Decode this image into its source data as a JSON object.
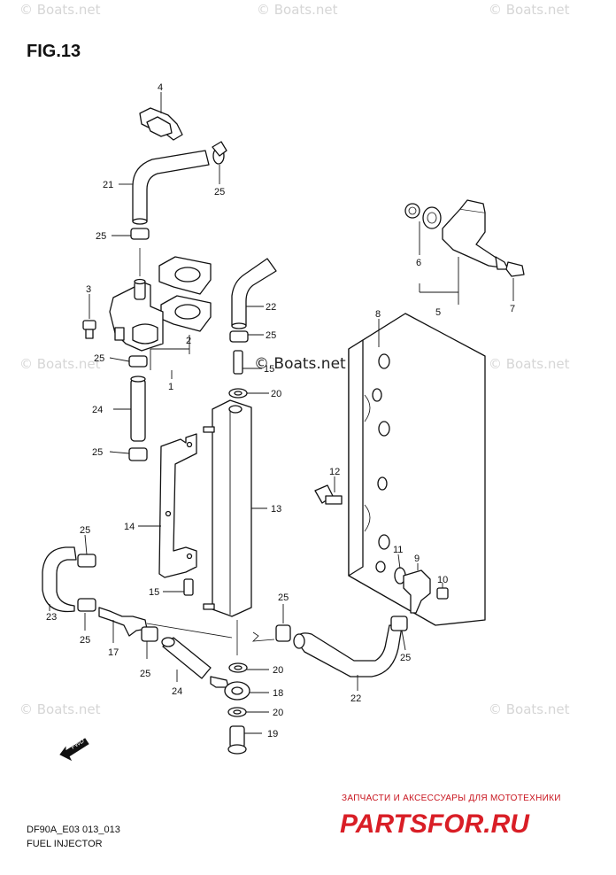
{
  "figure": {
    "title": "FIG.13",
    "model_code": "DF90A_E03 013_013",
    "caption": "FUEL INJECTOR"
  },
  "watermark": {
    "text": "© Boats.net"
  },
  "shop_banner": {
    "tagline": "ЗАПЧАСТИ И АКСЕССУАРЫ ДЛЯ МОТОТЕХНИКИ",
    "brand": "PARTSFOR.RU"
  },
  "callouts": [
    {
      "id": "c4",
      "number": "4"
    },
    {
      "id": "c21",
      "number": "21"
    },
    {
      "id": "c25a",
      "number": "25"
    },
    {
      "id": "c25b",
      "number": "25"
    },
    {
      "id": "c3",
      "number": "3"
    },
    {
      "id": "c2",
      "number": "2"
    },
    {
      "id": "c25c",
      "number": "25"
    },
    {
      "id": "c1",
      "number": "1"
    },
    {
      "id": "c24a",
      "number": "24"
    },
    {
      "id": "c25d",
      "number": "25"
    },
    {
      "id": "c22a",
      "number": "22"
    },
    {
      "id": "c25e",
      "number": "25"
    },
    {
      "id": "c15a",
      "number": "15"
    },
    {
      "id": "c20a",
      "number": "20"
    },
    {
      "id": "c6",
      "number": "6"
    },
    {
      "id": "c5",
      "number": "5"
    },
    {
      "id": "c7",
      "number": "7"
    },
    {
      "id": "c8",
      "number": "8"
    },
    {
      "id": "c12",
      "number": "12"
    },
    {
      "id": "c13",
      "number": "13"
    },
    {
      "id": "c14",
      "number": "14"
    },
    {
      "id": "c15b",
      "number": "15"
    },
    {
      "id": "c25f",
      "number": "25"
    },
    {
      "id": "c23",
      "number": "23"
    },
    {
      "id": "c25g",
      "number": "25"
    },
    {
      "id": "c17",
      "number": "17"
    },
    {
      "id": "c25h",
      "number": "25"
    },
    {
      "id": "c24b",
      "number": "24"
    },
    {
      "id": "c20b",
      "number": "20"
    },
    {
      "id": "c18",
      "number": "18"
    },
    {
      "id": "c20c",
      "number": "20"
    },
    {
      "id": "c19",
      "number": "19"
    },
    {
      "id": "c25i",
      "number": "25"
    },
    {
      "id": "c22b",
      "number": "22"
    },
    {
      "id": "c25j",
      "number": "25"
    },
    {
      "id": "c11",
      "number": "11"
    },
    {
      "id": "c9",
      "number": "9"
    },
    {
      "id": "c10",
      "number": "10"
    }
  ],
  "fwd_icon": {
    "label": "FWD"
  }
}
